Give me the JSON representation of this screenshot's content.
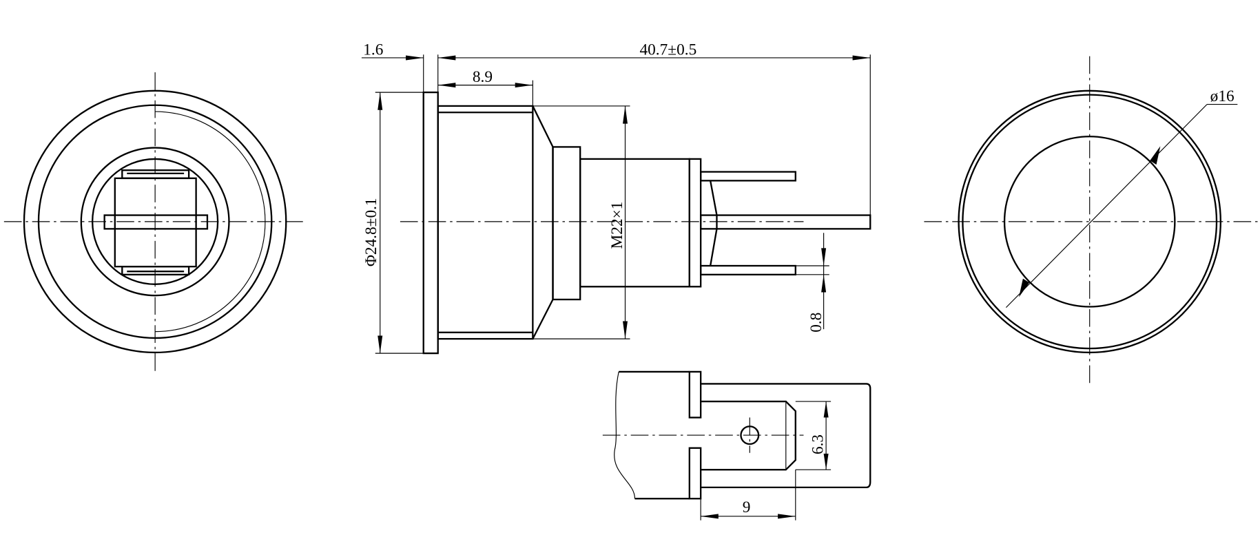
{
  "drawing": {
    "dimensions": {
      "flange_thickness": "1.6",
      "total_length": "40.7±0.5",
      "front_length": "8.9",
      "flange_diameter": "Φ24.8±0.1",
      "thread": "M22×1",
      "pin_thickness": "0.8",
      "lens_diameter": "ø16",
      "terminal_width": "6.3",
      "terminal_length": "9"
    },
    "colors": {
      "line": "#000000",
      "background": "#ffffff"
    }
  }
}
